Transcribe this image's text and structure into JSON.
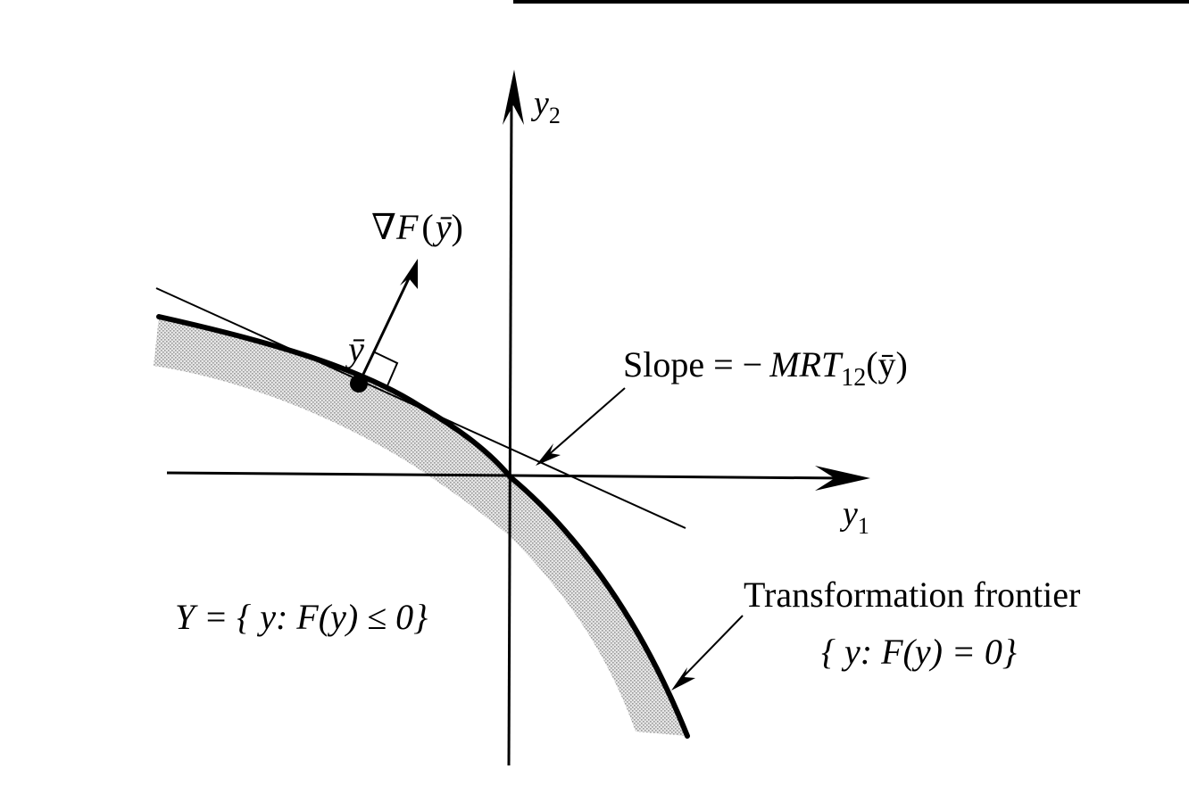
{
  "axes": {
    "y2_label": "y",
    "y2_sub": "2",
    "y1_label": "y",
    "y1_sub": "1"
  },
  "gradient": {
    "nabla": "∇",
    "F": "F",
    "open": "(",
    "ybar": "ȳ",
    "close": ")"
  },
  "point": {
    "label": "ȳ"
  },
  "slope": {
    "prefix": "Slope = −",
    "mrt": "MRT",
    "sub": "12",
    "arg": "(ȳ)"
  },
  "set": {
    "label": "Y = { y: F(y) ≤ 0}"
  },
  "frontier": {
    "line1": "Transformation frontier",
    "line2": "{ y: F(y) = 0}"
  },
  "colors": {
    "ink": "#000000",
    "shade": "#c8c8c8",
    "background": "#ffffff"
  }
}
